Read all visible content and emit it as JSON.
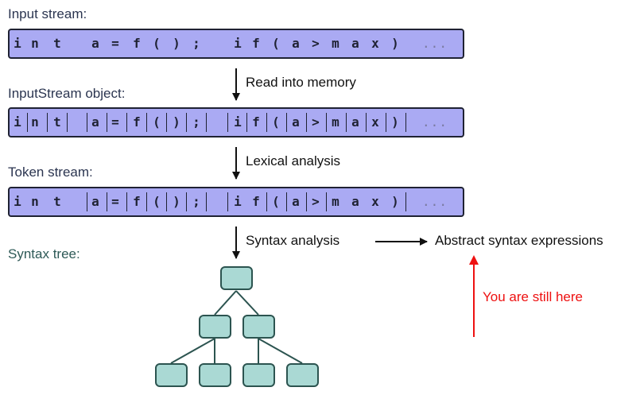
{
  "labels": {
    "input_stream": "Input stream:",
    "inputstream_object": "InputStream object:",
    "token_stream": "Token stream:",
    "syntax_tree": "Syntax tree:"
  },
  "streams": {
    "input": [
      "i",
      "n",
      "t",
      "a",
      "=",
      "f",
      "(",
      ")",
      ";",
      "i",
      "f",
      "(",
      "a",
      ">",
      "m",
      "a",
      "x",
      ")",
      "..."
    ],
    "inputstream_object": [
      "i",
      "n",
      "t",
      "a",
      "=",
      "f",
      "(",
      ")",
      ";",
      "i",
      "f",
      "(",
      "a",
      ">",
      "m",
      "a",
      "x",
      ")",
      "..."
    ],
    "token": [
      "i",
      "n",
      "t",
      "a",
      "=",
      "f",
      "(",
      ")",
      ";",
      "i",
      "f",
      "(",
      "a",
      ">",
      "m",
      "a",
      "x",
      ")",
      "..."
    ]
  },
  "steps": {
    "read": "Read into memory",
    "lexical": "Lexical analysis",
    "syntax": "Syntax analysis",
    "abstract": "Abstract syntax expressions"
  },
  "note": "You are still here",
  "colors": {
    "stream_fill": "#aaaaf3",
    "node_fill": "#aad9d4",
    "note": "#ee1111"
  }
}
